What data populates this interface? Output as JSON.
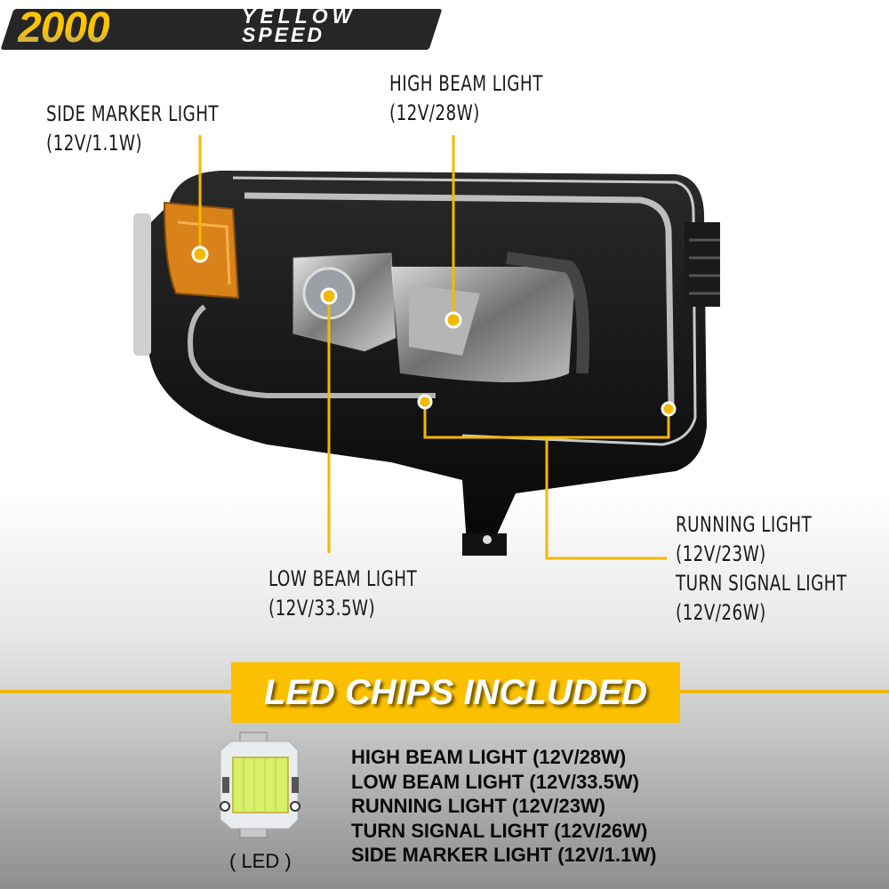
{
  "brand": {
    "number": "2000",
    "word1": "YELLOW",
    "word2": "SPEED"
  },
  "callouts": {
    "side_marker": {
      "name": "SIDE MARKER LIGHT",
      "spec": "(12V/1.1W)"
    },
    "high_beam": {
      "name": "HIGH BEAM LIGHT",
      "spec": "(12V/28W)"
    },
    "low_beam": {
      "name": "LOW BEAM LIGHT",
      "spec": "(12V/33.5W)"
    },
    "running": {
      "name": "RUNNING LIGHT",
      "spec": "(12V/23W)"
    },
    "turn_signal": {
      "name": "TURN SIGNAL LIGHT",
      "spec": "(12V/26W)"
    }
  },
  "banner": {
    "title": "LED CHIPS INCLUDED"
  },
  "led": {
    "caption": "( LED )"
  },
  "spec_list": [
    "HIGH BEAM LIGHT (12V/28W)",
    "LOW BEAM LIGHT (12V/33.5W)",
    "RUNNING LIGHT (12V/23W)",
    "TURN SIGNAL LIGHT (12V/26W)",
    "SIDE MARKER LIGHT (12V/1.1W)"
  ],
  "colors": {
    "accent": "#f5b800",
    "text": "#1a1a1a"
  }
}
